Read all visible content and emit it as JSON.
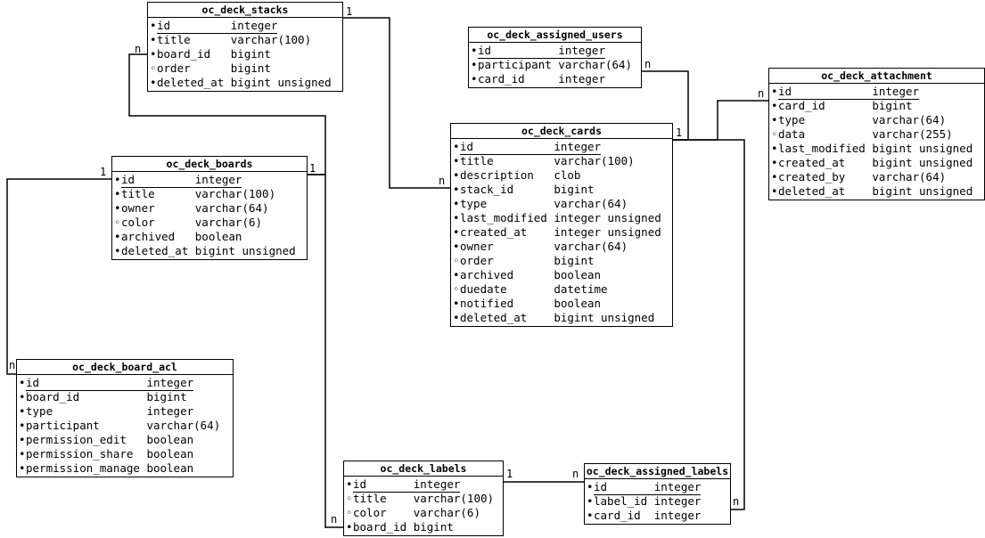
{
  "colors": {
    "background": "#ffffff",
    "line": "#000000",
    "text": "#000000"
  },
  "diagram": {
    "marker_glyphs": {
      "filled": "•",
      "hollow": "◦"
    },
    "entities": [
      {
        "key": "oc_deck_stacks",
        "title": "oc_deck_stacks",
        "fields": [
          {
            "marker": "filled",
            "pk": true,
            "name": "id",
            "type": "integer"
          },
          {
            "marker": "filled",
            "pk": false,
            "name": "title",
            "type": "varchar(100)"
          },
          {
            "marker": "filled",
            "pk": false,
            "name": "board_id",
            "type": "bigint"
          },
          {
            "marker": "hollow",
            "pk": false,
            "name": "order",
            "type": "bigint"
          },
          {
            "marker": "filled",
            "pk": false,
            "name": "deleted_at",
            "type": "bigint unsigned"
          }
        ]
      },
      {
        "key": "oc_deck_assigned_users",
        "title": "oc_deck_assigned_users",
        "fields": [
          {
            "marker": "filled",
            "pk": true,
            "name": "id",
            "type": "integer"
          },
          {
            "marker": "filled",
            "pk": false,
            "name": "participant",
            "type": "varchar(64)"
          },
          {
            "marker": "filled",
            "pk": false,
            "name": "card_id",
            "type": "integer"
          }
        ]
      },
      {
        "key": "oc_deck_attachment",
        "title": "oc_deck_attachment",
        "fields": [
          {
            "marker": "filled",
            "pk": true,
            "name": "id",
            "type": "integer"
          },
          {
            "marker": "filled",
            "pk": false,
            "name": "card_id",
            "type": "bigint"
          },
          {
            "marker": "filled",
            "pk": false,
            "name": "type",
            "type": "varchar(64)"
          },
          {
            "marker": "hollow",
            "pk": false,
            "name": "data",
            "type": "varchar(255)"
          },
          {
            "marker": "filled",
            "pk": false,
            "name": "last_modified",
            "type": "bigint unsigned"
          },
          {
            "marker": "filled",
            "pk": false,
            "name": "created_at",
            "type": "bigint unsigned"
          },
          {
            "marker": "filled",
            "pk": false,
            "name": "created_by",
            "type": "varchar(64)"
          },
          {
            "marker": "filled",
            "pk": false,
            "name": "deleted_at",
            "type": "bigint unsigned"
          }
        ]
      },
      {
        "key": "oc_deck_boards",
        "title": "oc_deck_boards",
        "fields": [
          {
            "marker": "filled",
            "pk": true,
            "name": "id",
            "type": "integer"
          },
          {
            "marker": "filled",
            "pk": false,
            "name": "title",
            "type": "varchar(100)"
          },
          {
            "marker": "filled",
            "pk": false,
            "name": "owner",
            "type": "varchar(64)"
          },
          {
            "marker": "hollow",
            "pk": false,
            "name": "color",
            "type": "varchar(6)"
          },
          {
            "marker": "filled",
            "pk": false,
            "name": "archived",
            "type": "boolean"
          },
          {
            "marker": "filled",
            "pk": false,
            "name": "deleted_at",
            "type": "bigint unsigned"
          }
        ]
      },
      {
        "key": "oc_deck_cards",
        "title": "oc_deck_cards",
        "fields": [
          {
            "marker": "filled",
            "pk": true,
            "name": "id",
            "type": "integer"
          },
          {
            "marker": "filled",
            "pk": false,
            "name": "title",
            "type": "varchar(100)"
          },
          {
            "marker": "filled",
            "pk": false,
            "name": "description",
            "type": "clob"
          },
          {
            "marker": "filled",
            "pk": false,
            "name": "stack_id",
            "type": "bigint"
          },
          {
            "marker": "filled",
            "pk": false,
            "name": "type",
            "type": "varchar(64)"
          },
          {
            "marker": "filled",
            "pk": false,
            "name": "last_modified",
            "type": "integer unsigned"
          },
          {
            "marker": "filled",
            "pk": false,
            "name": "created_at",
            "type": "integer unsigned"
          },
          {
            "marker": "filled",
            "pk": false,
            "name": "owner",
            "type": "varchar(64)"
          },
          {
            "marker": "hollow",
            "pk": false,
            "name": "order",
            "type": "bigint"
          },
          {
            "marker": "filled",
            "pk": false,
            "name": "archived",
            "type": "boolean"
          },
          {
            "marker": "hollow",
            "pk": false,
            "name": "duedate",
            "type": "datetime"
          },
          {
            "marker": "filled",
            "pk": false,
            "name": "notified",
            "type": "boolean"
          },
          {
            "marker": "filled",
            "pk": false,
            "name": "deleted_at",
            "type": "bigint unsigned"
          }
        ]
      },
      {
        "key": "oc_deck_board_acl",
        "title": "oc_deck_board_acl",
        "fields": [
          {
            "marker": "filled",
            "pk": true,
            "name": "id",
            "type": "integer"
          },
          {
            "marker": "filled",
            "pk": false,
            "name": "board_id",
            "type": "bigint"
          },
          {
            "marker": "filled",
            "pk": false,
            "name": "type",
            "type": "integer"
          },
          {
            "marker": "filled",
            "pk": false,
            "name": "participant",
            "type": "varchar(64)"
          },
          {
            "marker": "filled",
            "pk": false,
            "name": "permission_edit",
            "type": "boolean"
          },
          {
            "marker": "filled",
            "pk": false,
            "name": "permission_share",
            "type": "boolean"
          },
          {
            "marker": "filled",
            "pk": false,
            "name": "permission_manage",
            "type": "boolean"
          }
        ]
      },
      {
        "key": "oc_deck_labels",
        "title": "oc_deck_labels",
        "fields": [
          {
            "marker": "filled",
            "pk": true,
            "name": "id",
            "type": "integer"
          },
          {
            "marker": "hollow",
            "pk": false,
            "name": "title",
            "type": "varchar(100)"
          },
          {
            "marker": "hollow",
            "pk": false,
            "name": "color",
            "type": "varchar(6)"
          },
          {
            "marker": "filled",
            "pk": false,
            "name": "board_id",
            "type": "bigint"
          }
        ]
      },
      {
        "key": "oc_deck_assigned_labels",
        "title": "oc_deck_assigned_labels",
        "fields": [
          {
            "marker": "filled",
            "pk": true,
            "name": "id",
            "type": "integer"
          },
          {
            "marker": "filled",
            "pk": false,
            "name": "label_id",
            "type": "integer"
          },
          {
            "marker": "filled",
            "pk": false,
            "name": "card_id",
            "type": "integer"
          }
        ]
      }
    ],
    "relationships": [
      {
        "from": "oc_deck_boards",
        "to": "oc_deck_stacks",
        "from_card": "1",
        "to_card": "n"
      },
      {
        "from": "oc_deck_stacks",
        "to": "oc_deck_cards",
        "from_card": "1",
        "to_card": "n"
      },
      {
        "from": "oc_deck_cards",
        "to": "oc_deck_assigned_users",
        "from_card": "1",
        "to_card": "n"
      },
      {
        "from": "oc_deck_cards",
        "to": "oc_deck_attachment",
        "from_card": "1",
        "to_card": "n"
      },
      {
        "from": "oc_deck_cards",
        "to": "oc_deck_assigned_labels",
        "from_card": "1",
        "to_card": "n"
      },
      {
        "from": "oc_deck_boards",
        "to": "oc_deck_board_acl",
        "from_card": "1",
        "to_card": "n"
      },
      {
        "from": "oc_deck_boards",
        "to": "oc_deck_labels",
        "from_card": "1",
        "to_card": "n"
      },
      {
        "from": "oc_deck_labels",
        "to": "oc_deck_assigned_labels",
        "from_card": "1",
        "to_card": "n"
      }
    ]
  }
}
